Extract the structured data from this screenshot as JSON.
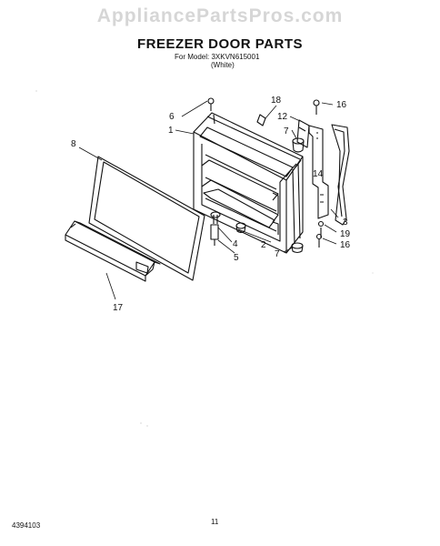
{
  "watermark": "AppliancePartsPros.com",
  "header": {
    "title": "FREEZER DOOR PARTS",
    "model_line": "For Model: 3XKVN615001",
    "color_line": "(White)"
  },
  "footer": {
    "doc_number": "4394103",
    "page_number": "11"
  },
  "callouts": {
    "c1": "1",
    "c2": "2",
    "c3": "3",
    "c4": "4",
    "c5": "5",
    "c6": "6",
    "c7a": "7",
    "c7b": "7",
    "c8": "8",
    "c12": "12",
    "c14": "14",
    "c16a": "16",
    "c16b": "16",
    "c17": "17",
    "c18": "18",
    "c19": "19"
  }
}
